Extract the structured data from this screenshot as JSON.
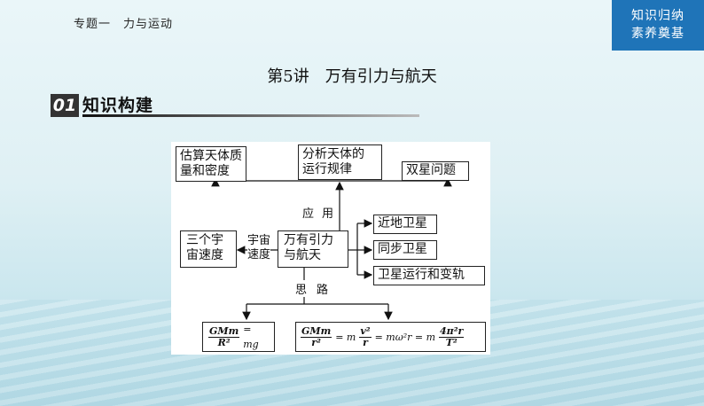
{
  "header": {
    "topic": "专题一　力与运动",
    "corner_line1": "知识归纳",
    "corner_line2": "素养奠基"
  },
  "lecture_title": "第5讲　万有引力与航天",
  "section": {
    "number": "01",
    "title": "知识构建"
  },
  "diagram": {
    "box_estimate_1": "估算天体质",
    "box_estimate_2": "量和密度",
    "box_analyze_1": "分析天体的",
    "box_analyze_2": "运行规律",
    "box_binary": "双星问题",
    "label_apply_1": "应",
    "label_apply_2": "用",
    "box_center_1": "万有引力",
    "box_center_2": "与航天",
    "box_cosmic_1": "三个宇",
    "box_cosmic_2": "宙速度",
    "label_cosmic_1": "宇宙",
    "label_cosmic_2": "速度",
    "box_near": "近地卫星",
    "box_sync": "同步卫星",
    "box_orbit": "卫星运行和变轨",
    "label_idea_1": "思",
    "label_idea_2": "路",
    "eq1": {
      "num": "GMm",
      "den": "R²",
      "rhs": "= mg"
    },
    "eq2": {
      "f1_num": "GMm",
      "f1_den": "r²",
      "eq_a": "= m",
      "f2_num": "v²",
      "f2_den": "r",
      "eq_b": "= mω²r = m",
      "f3_num": "4π²r",
      "f3_den": "T²"
    }
  }
}
